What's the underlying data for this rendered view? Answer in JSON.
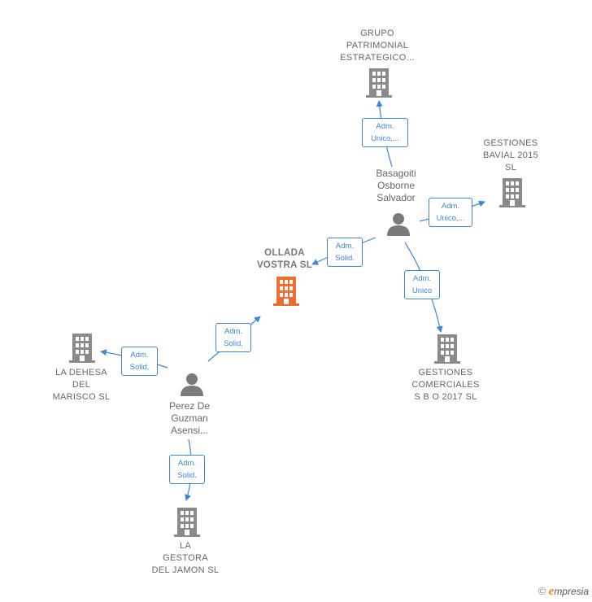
{
  "colors": {
    "edge": "#3d87d8",
    "company": "#8a8a8a",
    "focus_company": "#f26a2e",
    "person": "#7a7a7a"
  },
  "companies": {
    "main": [
      "OLLADA",
      "VOSTRA  SL"
    ],
    "grupo": [
      "GRUPO",
      "PATRIMONIAL",
      "ESTRATEGICO..."
    ],
    "bavial": [
      "GESTIONES",
      "BAVIAL 2015",
      "SL"
    ],
    "comerciales": [
      "GESTIONES",
      "COMERCIALES",
      "S B O 2017  SL"
    ],
    "dehesa": [
      "LA DEHESA",
      "DEL",
      "MARISCO  SL"
    ],
    "gestora": [
      "LA",
      "GESTORA",
      "DEL JAMON  SL"
    ]
  },
  "persons": {
    "basagoiti": [
      "Basagoiti",
      "Osborne",
      "Salvador"
    ],
    "perez": [
      "Perez De",
      "Guzman",
      "Asensi..."
    ]
  },
  "relations": {
    "r_grupo": [
      "Adm.",
      "Unico,..."
    ],
    "r_bavial": [
      "Adm.",
      "Unico,..."
    ],
    "r_main_b": [
      "Adm.",
      "Solid."
    ],
    "r_comerciales": [
      "Adm.",
      "Unico"
    ],
    "r_main_p": [
      "Adm.",
      "Solid."
    ],
    "r_dehesa": [
      "Adm.",
      "Solid."
    ],
    "r_gestora": [
      "Adm.",
      "Solid."
    ]
  },
  "footer": {
    "symbol": "©",
    "brand_initial": "e",
    "brand_rest": "mpresia"
  }
}
